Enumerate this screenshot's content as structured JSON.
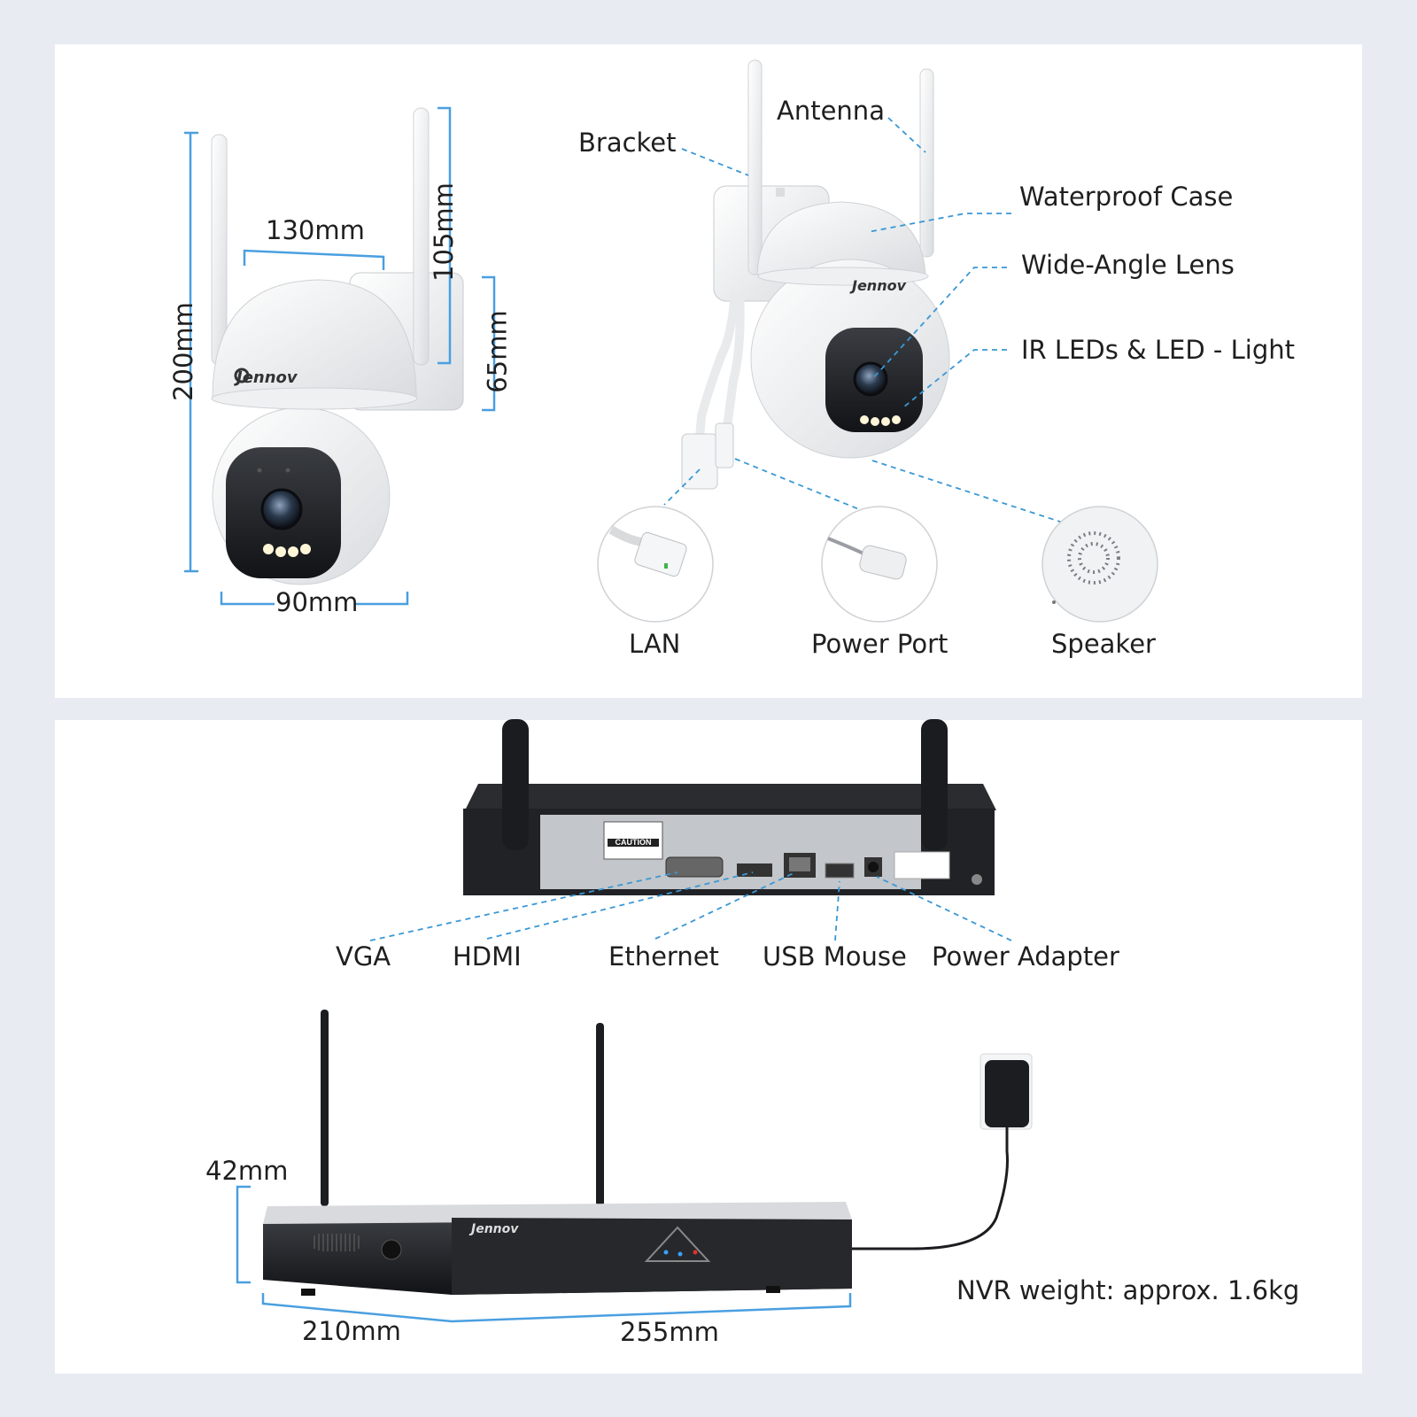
{
  "camera": {
    "brand": "Jennov",
    "dimensions": {
      "width_top": "130mm",
      "height_total": "200mm",
      "antenna": "105mm",
      "bracket": "65mm",
      "width_bottom": "90mm"
    },
    "parts": {
      "antenna": "Antenna",
      "bracket": "Bracket",
      "waterproof_case": "Waterproof Case",
      "lens": "Wide-Angle Lens",
      "ir_leds": "IR LEDs & LED - Light"
    },
    "ports": [
      "LAN",
      "Power Port",
      "Speaker"
    ]
  },
  "nvr": {
    "ports": [
      "VGA",
      "HDMI",
      "Ethernet",
      "USB Mouse",
      "Power Adapter"
    ],
    "caution_label": "CAUTION",
    "dimensions": {
      "height": "42mm",
      "depth": "210mm",
      "width": "255mm"
    },
    "weight": "NVR weight: approx. 1.6kg"
  },
  "colors": {
    "background": "#e8ebf2",
    "panel": "#ffffff",
    "dimension_line": "#4a9fe0",
    "callout_line": "#3a98d6"
  }
}
